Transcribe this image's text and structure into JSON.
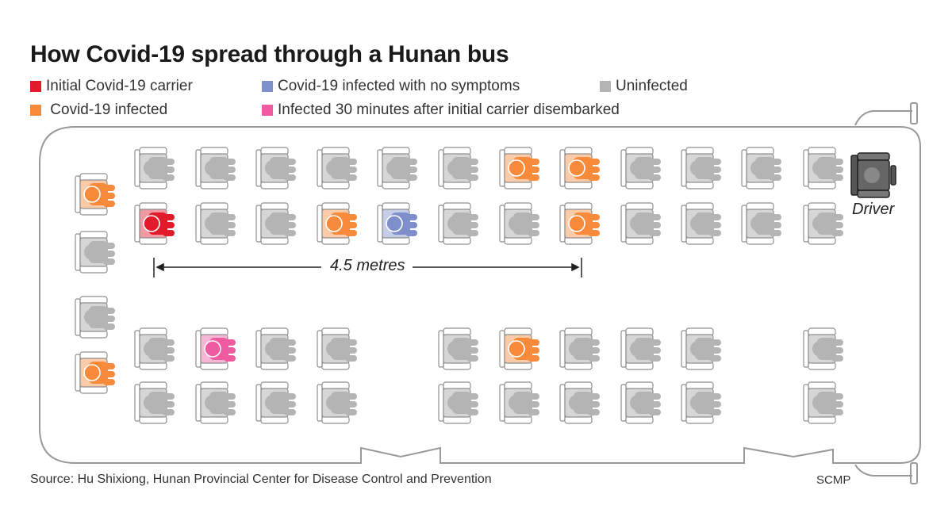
{
  "title": "How Covid-19 spread through a Hunan bus",
  "legend": [
    {
      "label": "Initial Covid-19 carrier",
      "color": "#e11b2b"
    },
    {
      "label": "Covid-19 infected with no symptoms",
      "color": "#7f8fcc"
    },
    {
      "label": "Uninfected",
      "color": "#b4b4b4"
    },
    {
      "label": " Covid-19 infected",
      "color": "#f78a3b"
    },
    {
      "label": "Infected 30 minutes after initial carrier disembarked",
      "color": "#ef5ba1"
    }
  ],
  "driver_label": "Driver",
  "distance_label": "4.5 metres",
  "source": "Source: Hu Shixiong, Hunan Provincial Center for Disease Control and Prevention",
  "credit": "SCMP",
  "colors": {
    "initial": "#e11b2b",
    "asymptomatic": "#7f8fcc",
    "uninfected": "#b4b4b4",
    "infected": "#f78a3b",
    "later": "#ef5ba1",
    "driver": "#555555",
    "bus_outline": "#999999"
  },
  "seats": {
    "rear_row": [
      "infected",
      "uninfected",
      "uninfected",
      "infected"
    ],
    "left_window": [
      "uninfected",
      "uninfected",
      "uninfected",
      "uninfected",
      "uninfected",
      "uninfected",
      "infected",
      "infected",
      "uninfected",
      "uninfected",
      "uninfected",
      "uninfected"
    ],
    "left_aisle": [
      "initial",
      "uninfected",
      "uninfected",
      "infected",
      "asymptomatic",
      "uninfected",
      "uninfected",
      "infected",
      "uninfected",
      "uninfected",
      "uninfected",
      "uninfected"
    ],
    "right_aisle": [
      "uninfected",
      "later",
      "uninfected",
      "uninfected",
      null,
      null,
      "uninfected",
      "infected",
      "uninfected",
      "uninfected",
      "uninfected",
      null,
      null,
      "uninfected"
    ],
    "right_window": [
      "uninfected",
      "uninfected",
      "uninfected",
      "uninfected",
      null,
      null,
      "uninfected",
      "uninfected",
      "uninfected",
      "uninfected",
      "uninfected",
      null,
      null,
      "uninfected"
    ]
  }
}
